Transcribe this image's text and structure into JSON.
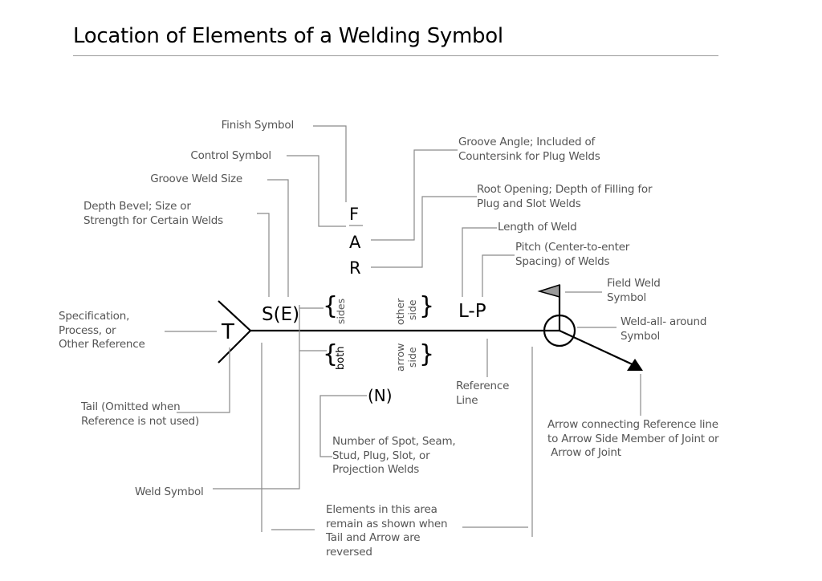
{
  "title": "Location of Elements of a Welding Symbol",
  "symbols": {
    "tail_ref": "T",
    "size_groove": "S(E)",
    "finish": "F",
    "angle": "A",
    "root": "R",
    "length_pitch": "L-P",
    "number": "(N)"
  },
  "side_words": {
    "sides": "sides",
    "both": "both",
    "other_1": "other",
    "other_2": "side",
    "arrow_1": "arrow",
    "arrow_2": "side"
  },
  "labels": {
    "finish_symbol": "Finish Symbol",
    "control_symbol": "Control Symbol",
    "groove_weld_size": "Groove Weld Size",
    "depth_bevel": [
      "Depth Bevel; Size or",
      "Strength for Certain Welds"
    ],
    "groove_angle": [
      "Groove Angle; Included of",
      "Countersink for Plug Welds"
    ],
    "root_opening": [
      "Root Opening; Depth of Filling for",
      "Plug and Slot Welds"
    ],
    "length_of_weld": "Length of Weld",
    "pitch": [
      "Pitch (Center-to-enter",
      "Spacing) of Welds"
    ],
    "field_weld": [
      "Field Weld",
      "Symbol"
    ],
    "weld_all_around": [
      "Weld-all- around",
      "Symbol"
    ],
    "specification": [
      "Specification,",
      "Process, or",
      "Other Reference"
    ],
    "tail": [
      "Tail (Omitted when",
      "Reference is not used)"
    ],
    "reference_line": [
      "Reference",
      "Line"
    ],
    "number_of_welds": [
      "Number of Spot, Seam,",
      "Stud, Plug, Slot, or",
      "Projection Welds"
    ],
    "arrow_connecting": [
      "Arrow connecting Reference line",
      "to Arrow Side Member of Joint or",
      " Arrow of Joint"
    ],
    "weld_symbol": "Weld Symbol",
    "elements_area": [
      "Elements in this area",
      "remain as shown when",
      "Tail and Arrow are",
      "reversed"
    ]
  },
  "colors": {
    "leader_line": "#8a8a8a",
    "label_text": "#555555",
    "symbol_ink": "#000000",
    "flag_fill": "#9a9a9a"
  }
}
